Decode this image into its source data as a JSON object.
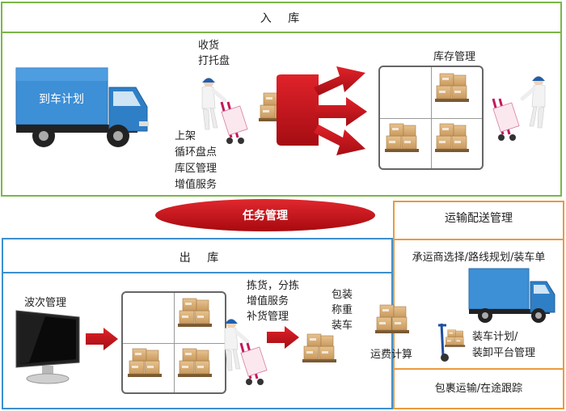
{
  "inbound": {
    "title": "入 库",
    "truck_label": "到车计划",
    "receive_lines": [
      "收货",
      "打托盘"
    ],
    "putaway_lines": [
      "上架",
      "循环盘点",
      "库区管理",
      "增值服务"
    ],
    "inventory_label": "库存管理"
  },
  "task_management": "任务管理",
  "outbound": {
    "title": "出 库",
    "wave_label": "波次管理",
    "pick_lines": [
      "拣货，分拣",
      "增值服务",
      "补货管理"
    ],
    "pack_lines": [
      "包装",
      "称重",
      "装车"
    ],
    "freight_label": "运费计算"
  },
  "transport": {
    "title": "运输配送管理",
    "planning": "承运商选择/路线规划/装车单",
    "loading_lines": [
      "装车计划/",
      "装卸平台管理"
    ],
    "tracking": "包裹运输/在途跟踪"
  },
  "colors": {
    "green": "#7ab648",
    "blue": "#3d8fcf",
    "orange": "#ea9a3e",
    "red": "#c8141c"
  }
}
